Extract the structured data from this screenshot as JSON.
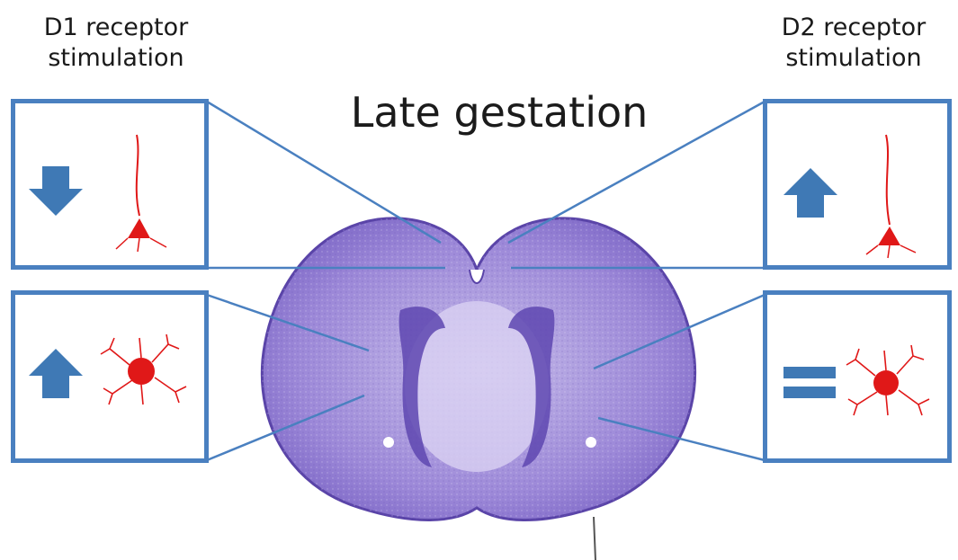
{
  "title": "Late gestation",
  "left_header": {
    "line1": "D1 receptor",
    "line2": "stimulation"
  },
  "right_header": {
    "line1": "D2 receptor",
    "line2": "stimulation"
  },
  "colors": {
    "box_border": "#4a80c0",
    "arrow": "#3f79b5",
    "neuron": "#e01818",
    "brain_tissue": "#9a86d6",
    "brain_dark": "#6a52b8",
    "connector": "#4a80c0"
  },
  "panels": [
    {
      "id": "left-top",
      "indicator": "down-arrow",
      "cell": "pyramidal-neuron"
    },
    {
      "id": "left-bottom",
      "indicator": "up-arrow",
      "cell": "interneuron"
    },
    {
      "id": "right-top",
      "indicator": "up-arrow",
      "cell": "pyramidal-neuron"
    },
    {
      "id": "right-bottom",
      "indicator": "equals-sign",
      "cell": "interneuron"
    }
  ]
}
